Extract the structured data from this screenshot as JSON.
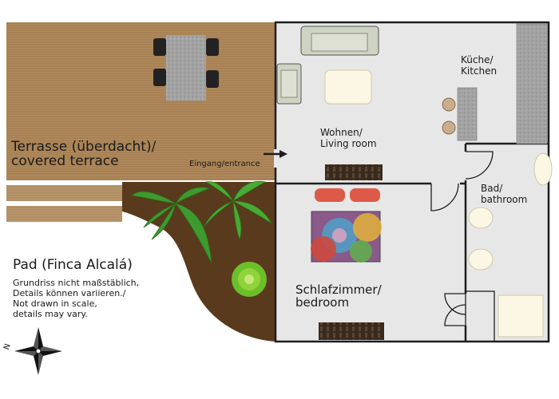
{
  "floorplan": {
    "title": "Pad (Finca Alcalá)",
    "disclaimer_de_1": "Grundriss nicht maßstäblich,",
    "disclaimer_de_2": "Details können variieren./",
    "disclaimer_en_1": "Not drawn in scale,",
    "disclaimer_en_2": "details may vary.",
    "compass_north": "N",
    "rooms": {
      "terrace_de": "Terrasse (überdacht)/",
      "terrace_en": "covered terrace",
      "entrance": "Eingang/entrance",
      "living_de": "Wohnen/",
      "living_en": "Living room",
      "kitchen_de": "Küche/",
      "kitchen_en": "Kitchen",
      "bath_de": "Bad/",
      "bath_en": "bathroom",
      "bedroom_de": "Schlafzimmer/",
      "bedroom_en": "bedroom"
    },
    "colors": {
      "terrace_wood": "#b08a5c",
      "floor": "#e7e7e7",
      "wall": "#1e1e1e",
      "soil": "#5a3a1c",
      "palm": "#3e9a2e",
      "counter": "#9c9c9c",
      "rug": "#3a2a1e",
      "pillow": "#dd5a48"
    }
  }
}
